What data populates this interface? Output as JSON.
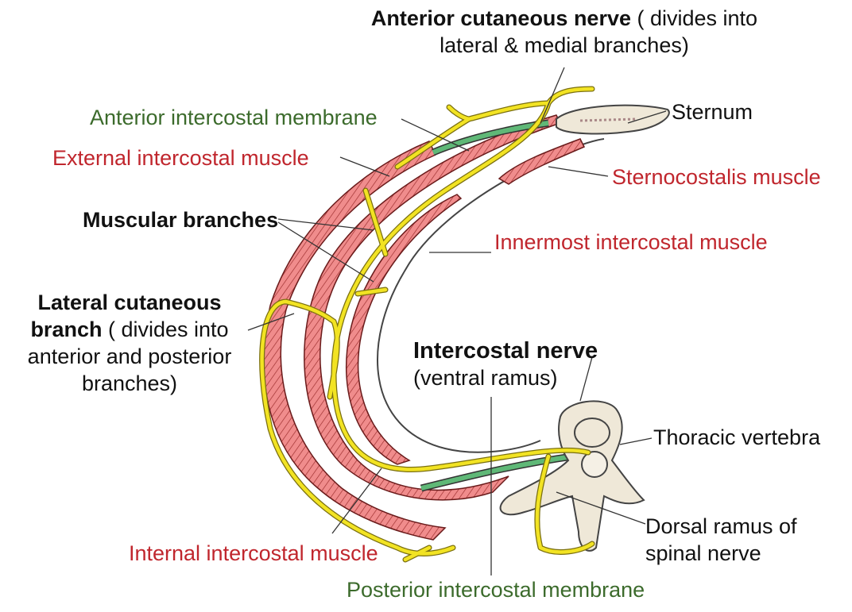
{
  "labels": {
    "anterior_cutaneous_nerve": {
      "bold": "Anterior cutaneous nerve",
      "rest_line1": " ( divides into",
      "line2": "lateral & medial branches)"
    },
    "sternum": "Sternum",
    "anterior_intercostal_membrane": "Anterior intercostal membrane",
    "external_intercostal_muscle": "External intercostal muscle",
    "sternocostalis_muscle": "Sternocostalis muscle",
    "muscular_branches": "Muscular branches",
    "innermost_intercostal_muscle": "Innermost  intercostal muscle",
    "lateral_cutaneous_branch": {
      "bold_line1": "Lateral cutaneous",
      "bold_line2": "branch",
      "rest_line2": " ( divides into",
      "line3": "anterior and posterior",
      "line4": "branches)"
    },
    "intercostal_nerve": {
      "bold": "Intercostal nerve",
      "sub": "(ventral ramus)"
    },
    "thoracic_vertebra": "Thoracic vertebra",
    "dorsal_ramus": {
      "line1": "Dorsal ramus of",
      "line2": "spinal nerve"
    },
    "internal_intercostal_muscle": "Internal  intercostal muscle",
    "posterior_intercostal_membrane": "Posterior intercostal membrane"
  },
  "colors": {
    "muscle_fill": "#f08c8c",
    "muscle_stripe": "#9a2a2a",
    "nerve": "#f2e323",
    "nerve_outline": "#7a6f10",
    "membrane": "#5fb877",
    "bone": "#efe8d8",
    "outline": "#333333"
  }
}
